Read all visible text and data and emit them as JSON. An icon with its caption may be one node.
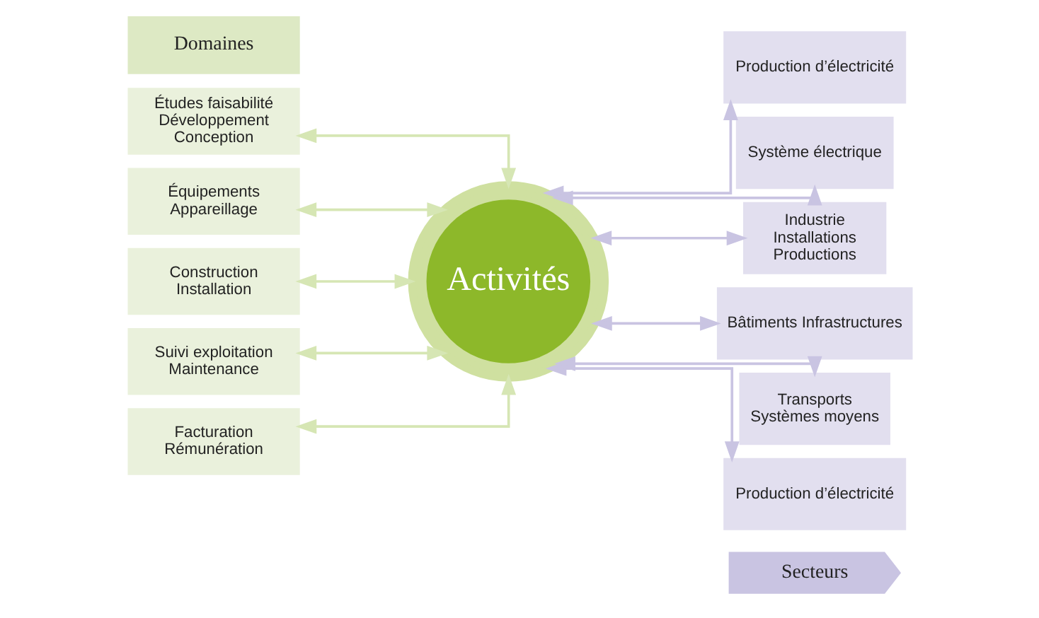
{
  "diagram": {
    "nodes": [
      {
        "text": [
          "Secteurs"
        ]
      },
      {
        "text": [
          "Production d’électricité"
        ]
      },
      {
        "text": [
          "Système électrique"
        ]
      },
      {
        "text": [
          "Industrie",
          "Installations",
          "Productions"
        ]
      },
      {
        "text": [
          "Bâtiments Infrastructures"
        ]
      },
      {
        "text": [
          "Transports",
          "Systèmes moyens"
        ]
      },
      {
        "text": [
          "Production d’électricité"
        ]
      },
      {
        "text": [
          "Domaines"
        ]
      },
      {
        "text": [
          "Études faisabilité",
          "Développement",
          "Conception"
        ]
      },
      {
        "text": [
          "Équipements",
          "Appareillage"
        ]
      },
      {
        "text": [
          "Construction",
          "Installation"
        ]
      },
      {
        "text": [
          "Suivi exploitation",
          "Maintenance"
        ]
      },
      {
        "text": [
          "Facturation",
          "Rémunération"
        ]
      },
      {
        "text": [
          "Activités"
        ]
      }
    ],
    "edges": [
      {
        "from": 13,
        "to": 1,
        "arrow": "both",
        "color": "#c9c4e2"
      },
      {
        "from": 13,
        "to": 2,
        "arrow": "both",
        "color": "#c9c4e2"
      },
      {
        "from": 13,
        "to": 3,
        "arrow": "both",
        "color": "#c9c4e2"
      },
      {
        "from": 13,
        "to": 4,
        "arrow": "both",
        "color": "#c9c4e2"
      },
      {
        "from": 13,
        "to": 5,
        "arrow": "both",
        "color": "#c9c4e2"
      },
      {
        "from": 13,
        "to": 6,
        "arrow": "both",
        "color": "#c9c4e2"
      },
      {
        "from": 8,
        "to": 13,
        "arrow": "both",
        "color": "#d6e6b4"
      },
      {
        "from": 9,
        "to": 13,
        "arrow": "both",
        "color": "#d6e6b4"
      },
      {
        "from": 10,
        "to": 13,
        "arrow": "both",
        "color": "#d6e6b4"
      },
      {
        "from": 11,
        "to": 13,
        "arrow": "both",
        "color": "#d6e6b4"
      },
      {
        "from": 12,
        "to": 13,
        "arrow": "both",
        "color": "#d6e6b4"
      }
    ]
  }
}
